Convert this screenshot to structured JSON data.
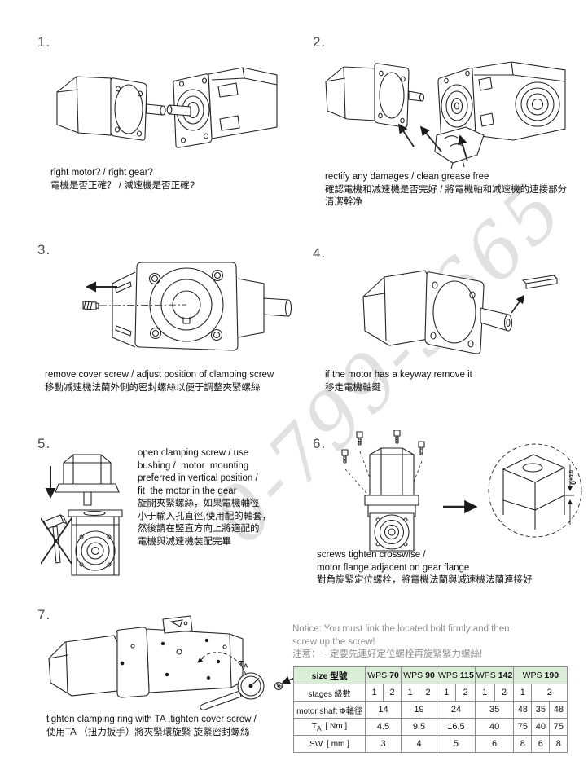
{
  "watermark": "0-799-9665",
  "steps": [
    {
      "num": "1.",
      "lines": [
        "right motor? / right gear?",
        "電機是否正確？ / 減速機是否正確?"
      ]
    },
    {
      "num": "2.",
      "lines": [
        "rectify any damages / clean grease free",
        "確認電機和减速機是否完好 / 將電機軸和减速機的連接部分",
        "清潔幹净"
      ]
    },
    {
      "num": "3.",
      "lines": [
        "remove cover screw / adjust position of clamping screw",
        "移動减速機法蘭外側的密封螺絲以便于調整夾緊螺絲"
      ]
    },
    {
      "num": "4.",
      "lines": [
        "if the motor has a keyway remove it",
        "移走電機軸鍵"
      ]
    },
    {
      "num": "5.",
      "lines": [
        "open clamping screw / use",
        "bushing /  motor  mounting",
        "preferred in vertical position /",
        "fit  the motor in the gear",
        "旋開夾緊螺絲，如果電機軸徑",
        "小于輸入孔直徑,使用配的軸套，",
        "然後請在竪直方向上將適配的",
        "電機與减速機裝配完畢"
      ]
    },
    {
      "num": "6.",
      "lines": [
        "screws tighten crosswise /",
        "motor flange adjacent on gear flange",
        "對角旋緊定位螺栓，將電機法蘭與减速機法蘭連接好"
      ]
    },
    {
      "num": "7.",
      "lines": [
        "tighten clamping ring with TA ,tighten cover screw /",
        "使用TA （扭力扳手）將夾緊環旋緊 旋緊密封螺絲"
      ]
    }
  ],
  "notice": {
    "lines": [
      "Notice: You must link the located bolt firmly and then",
      "screw up the screw!",
      "注意：一定要先連好定位螺栓再旋緊緊力螺絲!"
    ]
  },
  "svg_labels": {
    "torque_t": "T",
    "torque_sub": "A",
    "dim_base": "0",
    "dim_tol": "+0.0"
  },
  "table": {
    "size_label": "size 型號",
    "models": [
      {
        "name": "WPS",
        "size": "70"
      },
      {
        "name": "WPS",
        "size": "90"
      },
      {
        "name": "WPS",
        "size": "115"
      },
      {
        "name": "WPS",
        "size": "142"
      },
      {
        "name": "WPS",
        "size": "190"
      }
    ],
    "stages": {
      "label": "stages 級數",
      "cells": [
        "1",
        "2",
        "1",
        "2",
        "1",
        "2",
        "1",
        "2",
        "1",
        "2"
      ]
    },
    "shaft": {
      "label": "motor shaft Φ軸徑",
      "cells": [
        "14",
        "19",
        "24",
        "35",
        "48",
        "35",
        "48"
      ]
    },
    "torque": {
      "label_t": "T",
      "label_sub": "A",
      "label_unit": "[ Nm ]",
      "cells": [
        "4.5",
        "9.5",
        "16.5",
        "40",
        "75",
        "40",
        "75"
      ]
    },
    "sw": {
      "label": "SW",
      "label_unit": "[ mm ]",
      "cells": [
        "3",
        "4",
        "5",
        "6",
        "8",
        "6",
        "8"
      ]
    }
  },
  "colors": {
    "table_header_bg": "#d9edd7",
    "table_border": "#8c8c8c",
    "notice_text": "#8f8f8f",
    "ink": "#111111"
  }
}
